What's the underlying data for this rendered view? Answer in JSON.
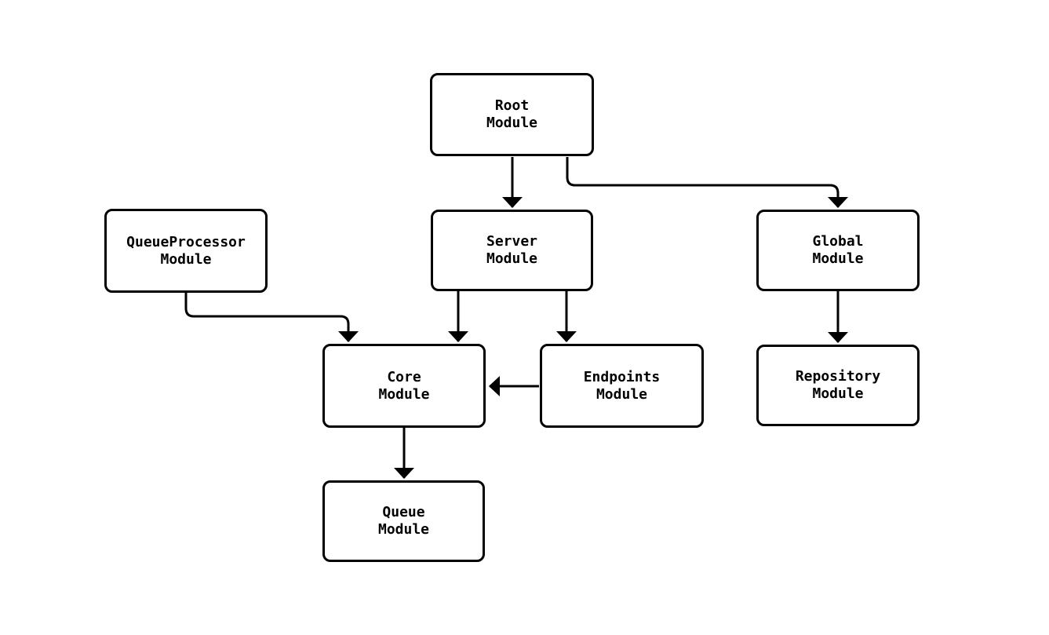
{
  "diagram": {
    "type": "flowchart",
    "direction": "top-down",
    "colors": {
      "background": "#ffffff",
      "node_fill": "#ffffff",
      "node_border": "#000000",
      "edge": "#000000",
      "text": "#000000"
    },
    "nodes": [
      {
        "id": "root",
        "label": "Root\nModule"
      },
      {
        "id": "queueprocessor",
        "label": "QueueProcessor\nModule"
      },
      {
        "id": "server",
        "label": "Server\nModule"
      },
      {
        "id": "global",
        "label": "Global\nModule"
      },
      {
        "id": "core",
        "label": "Core\nModule"
      },
      {
        "id": "endpoints",
        "label": "Endpoints\nModule"
      },
      {
        "id": "repository",
        "label": "Repository\nModule"
      },
      {
        "id": "queue",
        "label": "Queue\nModule"
      }
    ],
    "edges": [
      {
        "from": "Root Module",
        "to": "Server Module"
      },
      {
        "from": "Root Module",
        "to": "Global Module"
      },
      {
        "from": "QueueProcessor Module",
        "to": "Core Module"
      },
      {
        "from": "Server Module",
        "to": "Core Module"
      },
      {
        "from": "Server Module",
        "to": "Endpoints Module"
      },
      {
        "from": "Endpoints Module",
        "to": "Core Module"
      },
      {
        "from": "Core Module",
        "to": "Queue Module"
      },
      {
        "from": "Global Module",
        "to": "Repository Module"
      }
    ]
  }
}
